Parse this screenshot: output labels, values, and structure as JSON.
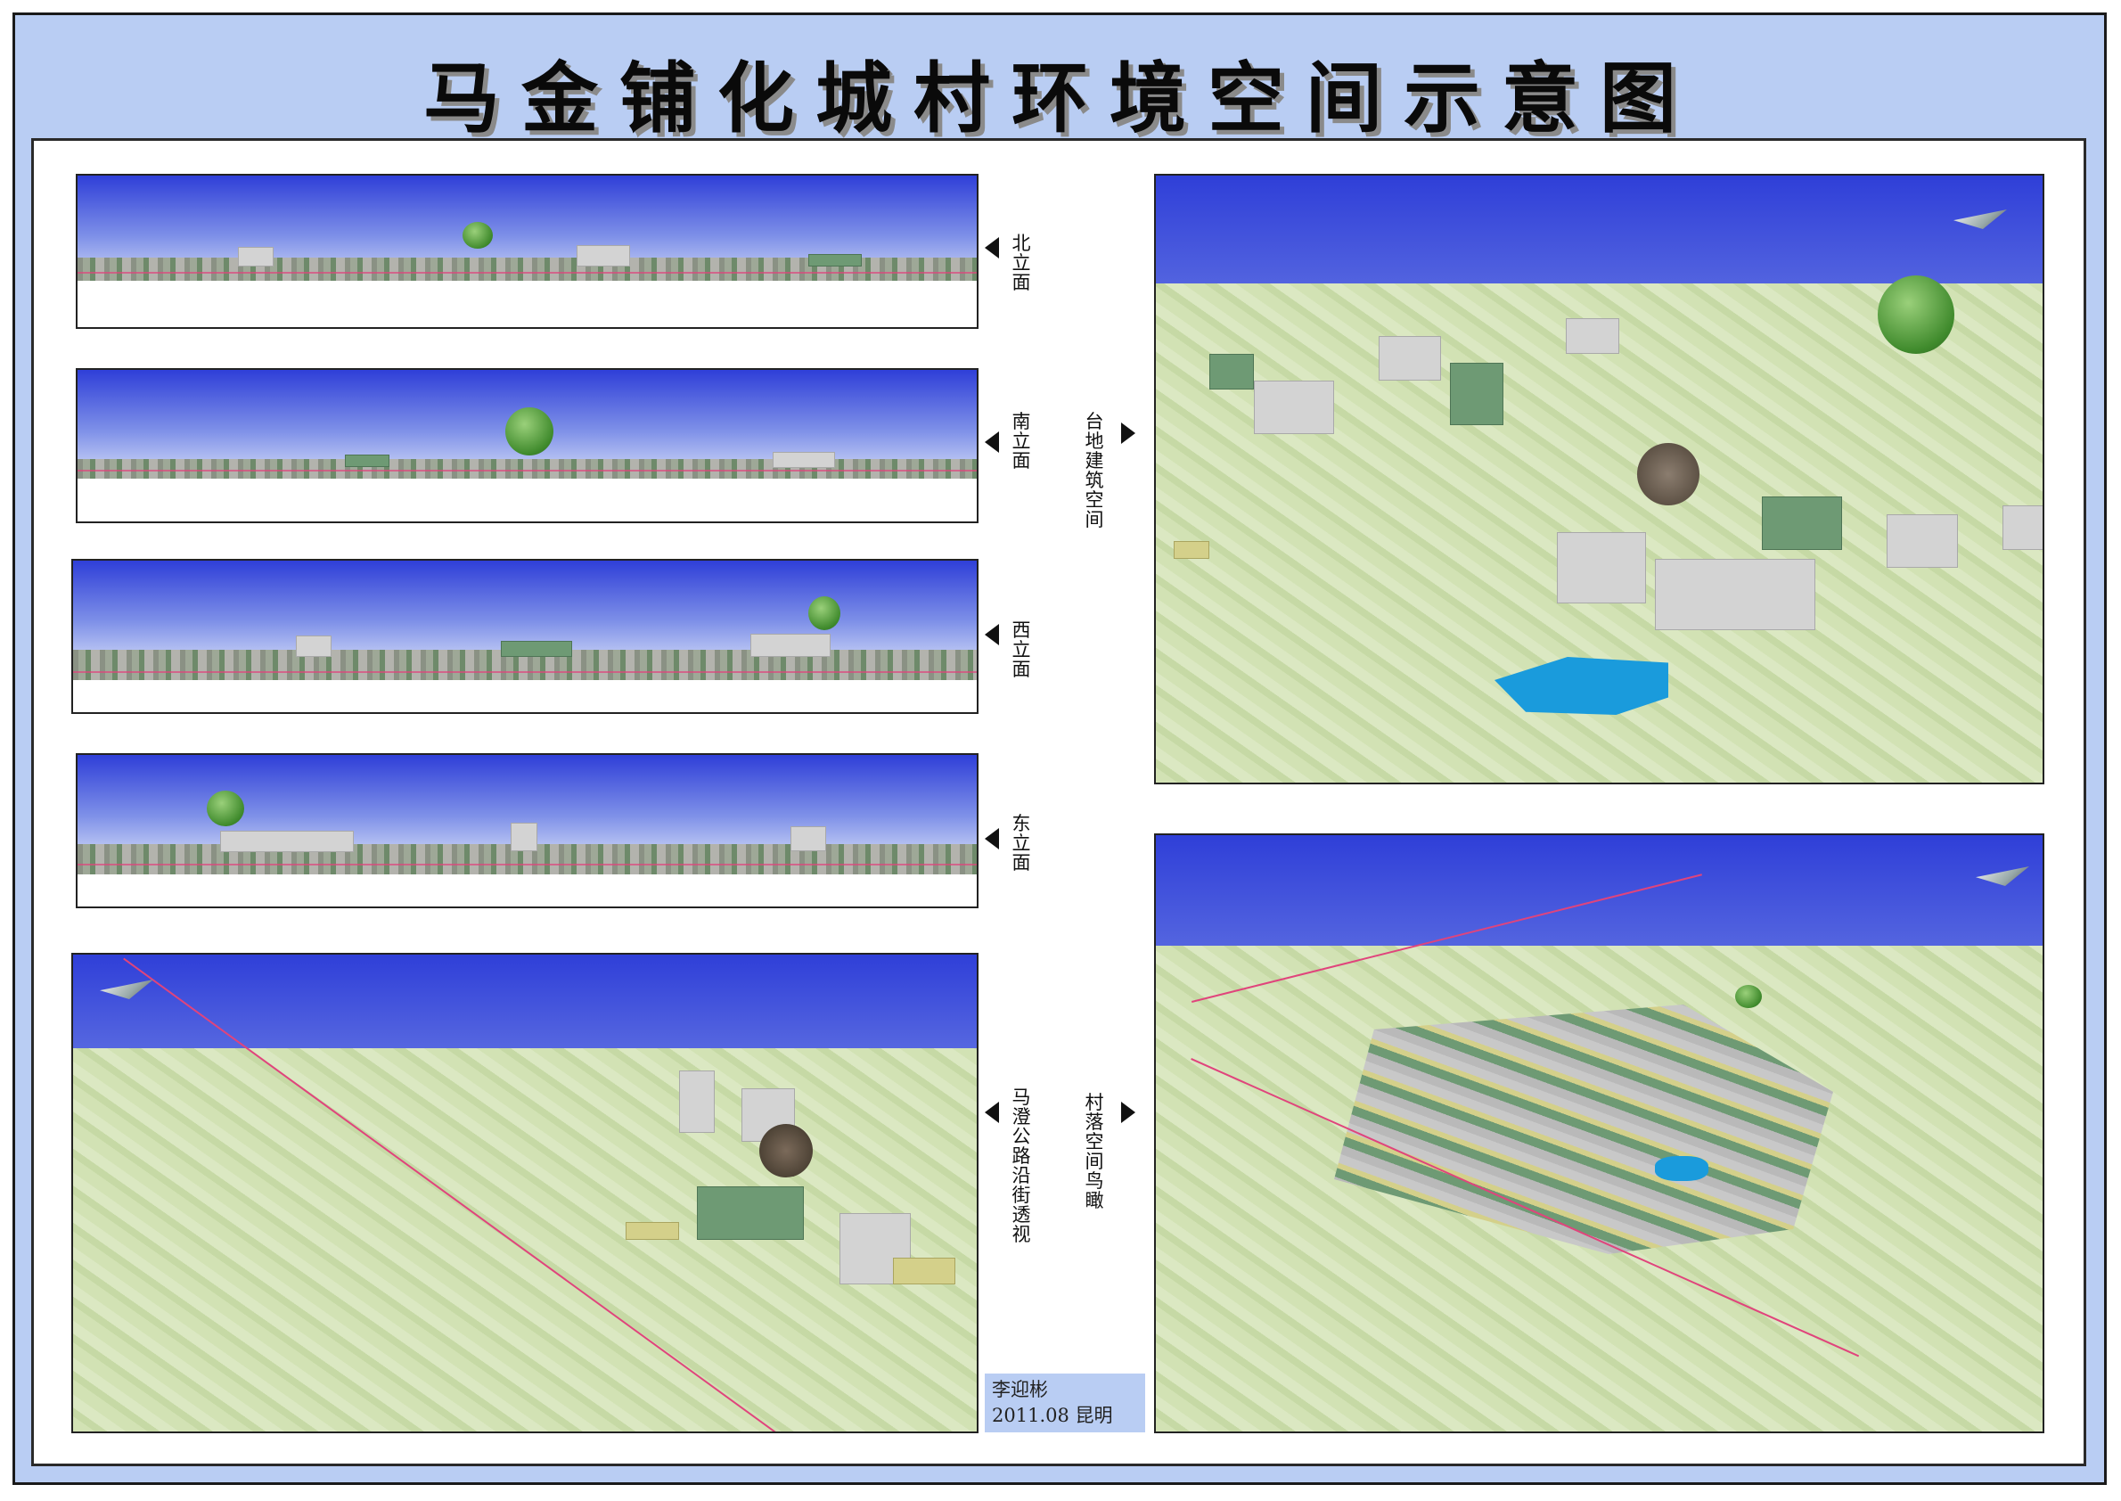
{
  "title": "马金铺化城村环境空间示意图",
  "elevations": [
    {
      "label": "北立面"
    },
    {
      "label": "南立面"
    },
    {
      "label": "西立面"
    },
    {
      "label": "东立面"
    }
  ],
  "views": {
    "street_perspective": {
      "label": "马澄公路沿街透视"
    },
    "terrace_buildings": {
      "label": "台地建筑空间"
    },
    "village_aerial": {
      "label": "村落空间鸟瞰"
    }
  },
  "author": {
    "name": "李迎彬",
    "date_place": "2011.08 昆明"
  },
  "colors": {
    "frame_blue": "#b9cdf3",
    "sky_top": "#2f3fd8",
    "water": "#1a9bdc",
    "boundary_line": "#e0447c"
  }
}
